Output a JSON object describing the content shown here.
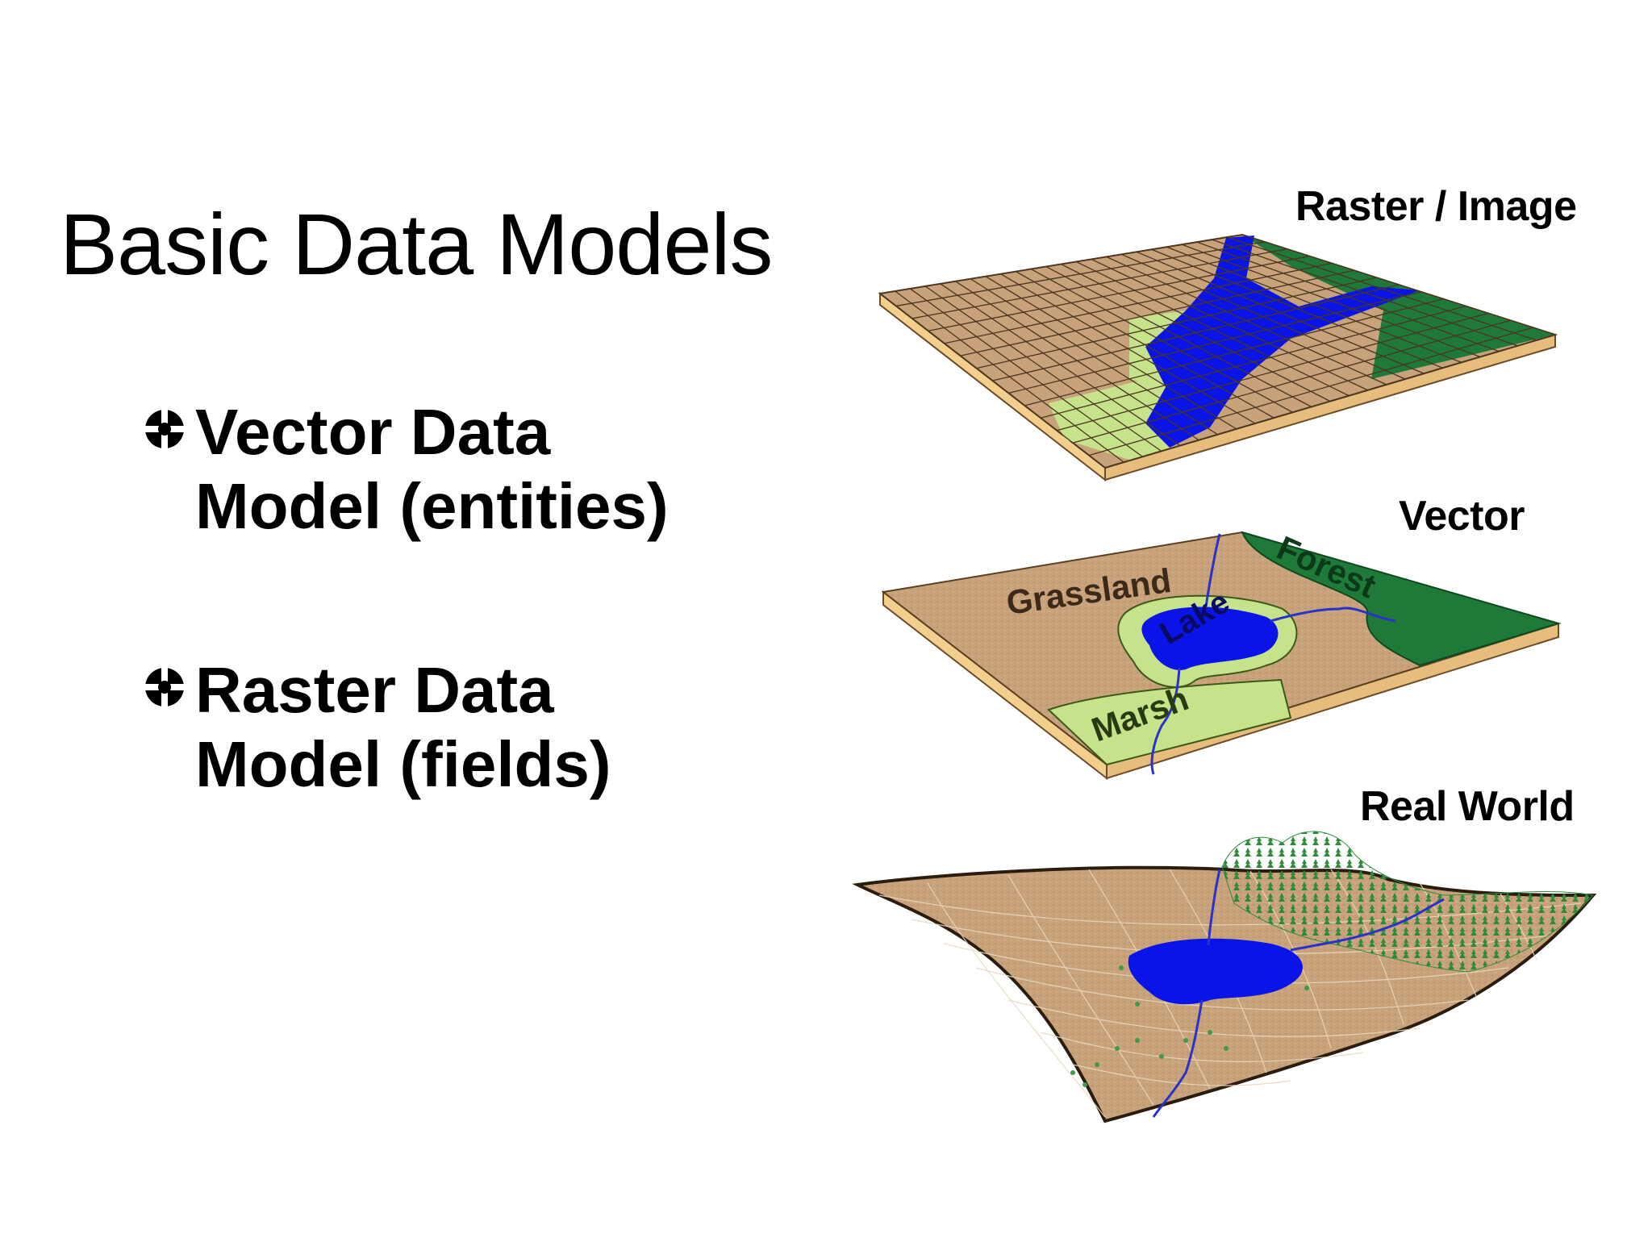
{
  "slide": {
    "title": "Basic Data Models",
    "bullets": [
      {
        "line1": "Vector Data",
        "line2": "Model (entities)",
        "icon": "crosshair-bullet-icon"
      },
      {
        "line1": "Raster Data",
        "line2": "Model (fields)",
        "icon": "crosshair-bullet-icon"
      }
    ]
  },
  "diagram": {
    "layers": [
      {
        "label": "Raster / Image"
      },
      {
        "label": "Vector"
      },
      {
        "label": "Real World"
      }
    ],
    "vector_regions": {
      "grassland": "Grassland",
      "forest": "Forest",
      "lake": "Lake",
      "marsh": "Marsh"
    },
    "colors": {
      "land": "#c8a27a",
      "land_edge": "#f3cf8e",
      "forest": "#1f7a3a",
      "water": "#0a14e6",
      "marsh": "#c6e28a",
      "river": "#2a32c8"
    }
  }
}
